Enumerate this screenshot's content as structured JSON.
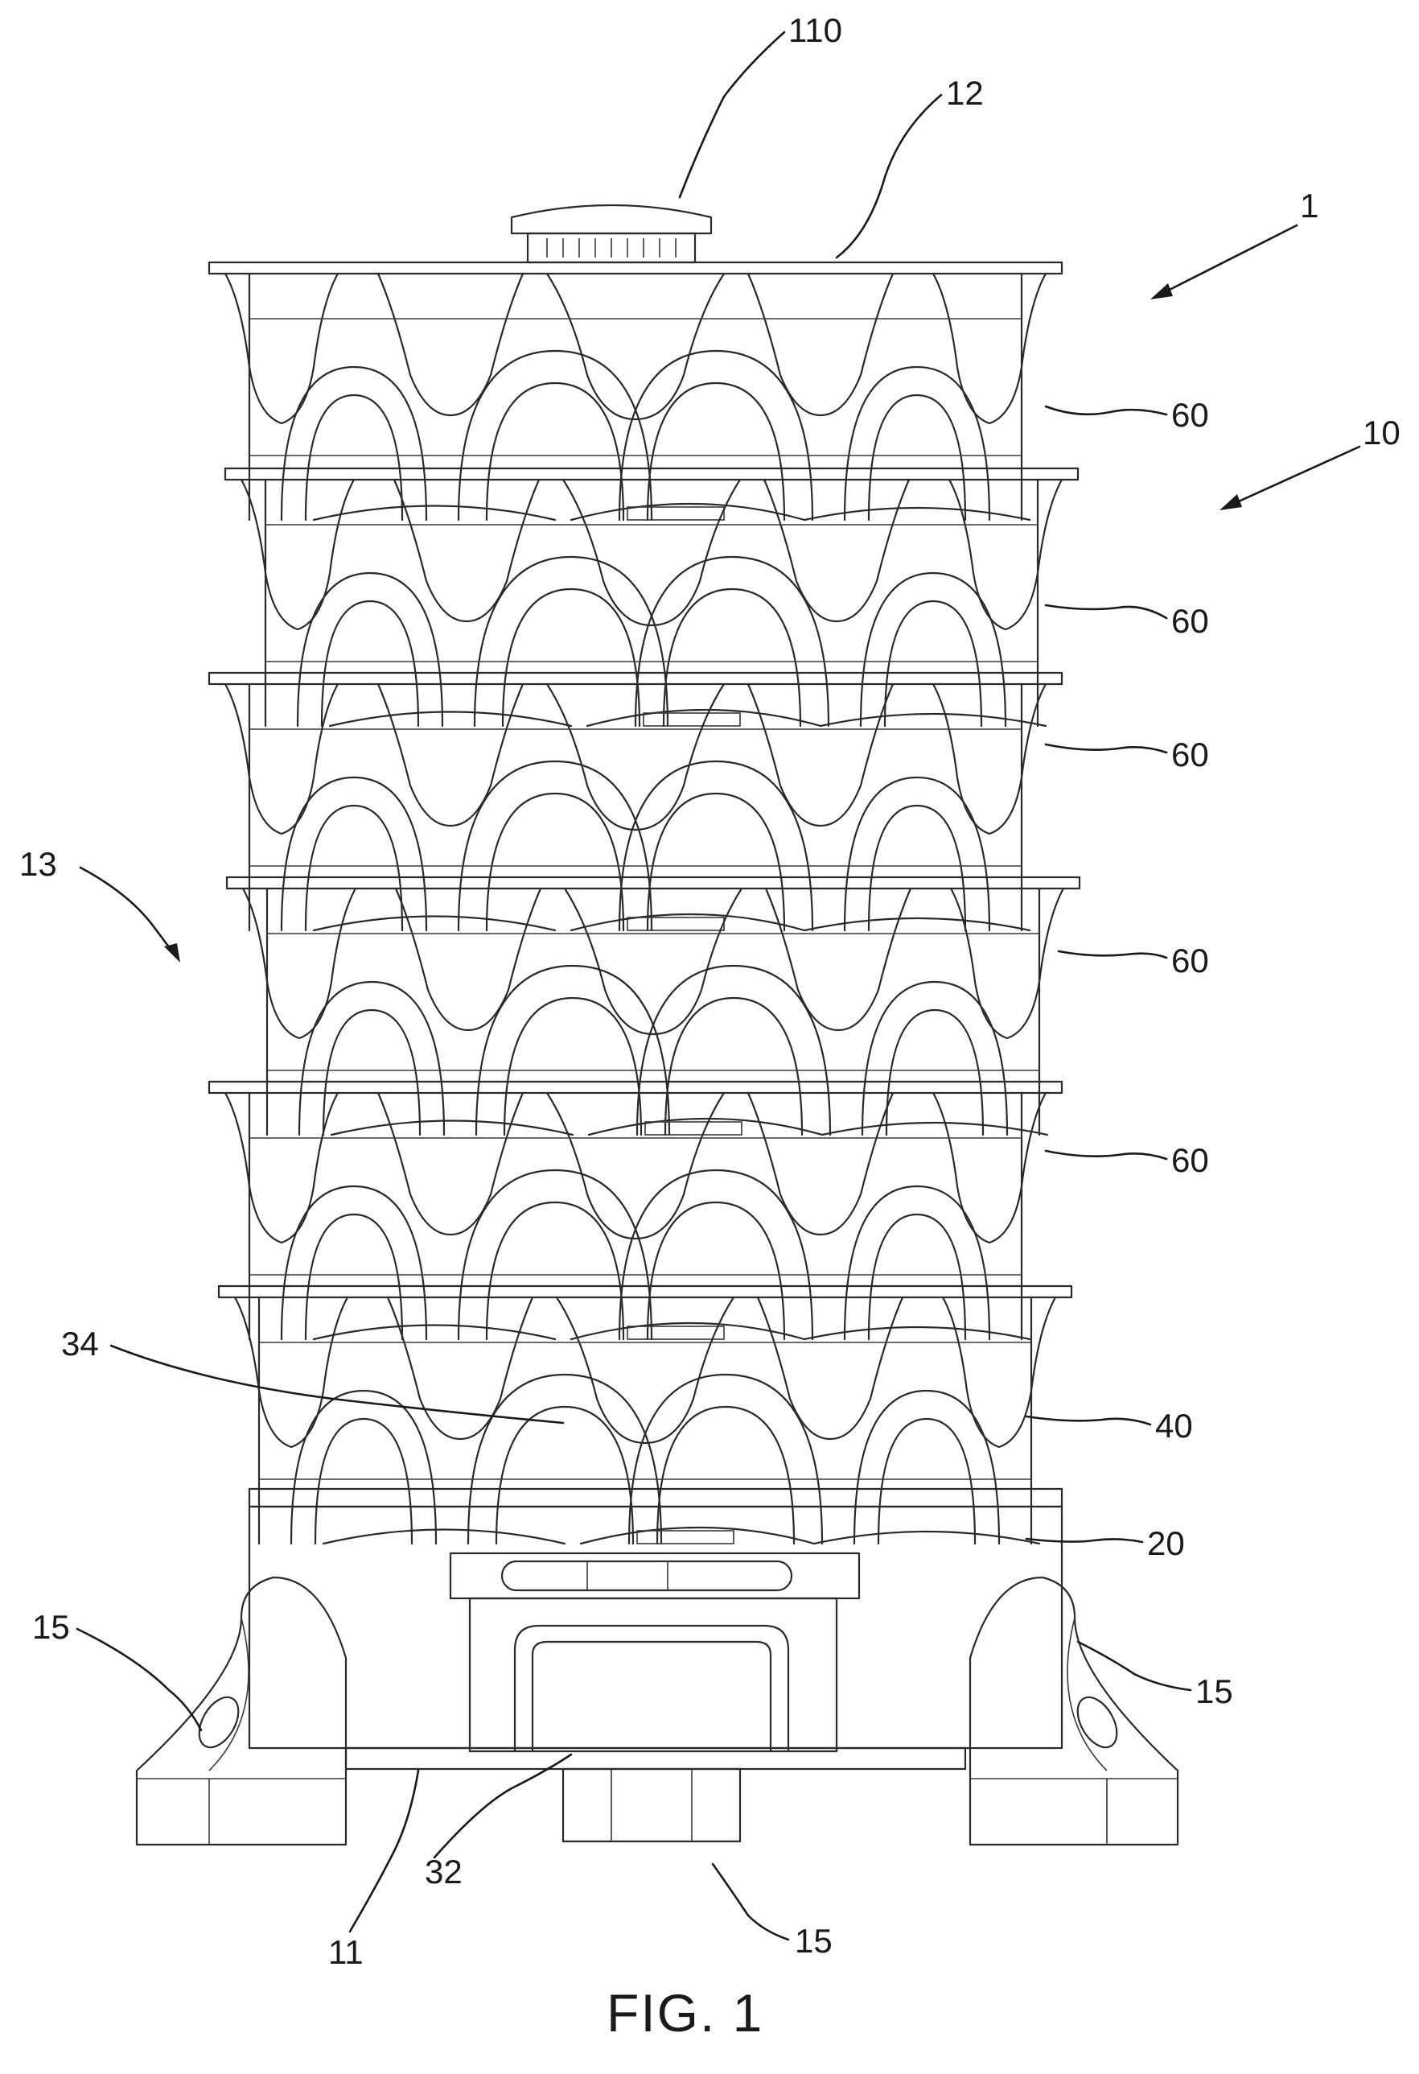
{
  "figure": {
    "caption": "FIG. 1",
    "labels": [
      {
        "id": "110",
        "text": "110"
      },
      {
        "id": "12",
        "text": "12"
      },
      {
        "id": "1",
        "text": "1"
      },
      {
        "id": "10",
        "text": "10"
      },
      {
        "id": "60a",
        "text": "60"
      },
      {
        "id": "60b",
        "text": "60"
      },
      {
        "id": "60c",
        "text": "60"
      },
      {
        "id": "60d",
        "text": "60"
      },
      {
        "id": "60e",
        "text": "60"
      },
      {
        "id": "13",
        "text": "13"
      },
      {
        "id": "40",
        "text": "40"
      },
      {
        "id": "34",
        "text": "34"
      },
      {
        "id": "20",
        "text": "20"
      },
      {
        "id": "15a",
        "text": "15"
      },
      {
        "id": "15b",
        "text": "15"
      },
      {
        "id": "15c",
        "text": "15"
      },
      {
        "id": "32",
        "text": "32"
      },
      {
        "id": "11",
        "text": "11"
      }
    ]
  },
  "colors": {
    "ink": "#1a1a1a",
    "background": "#ffffff"
  }
}
